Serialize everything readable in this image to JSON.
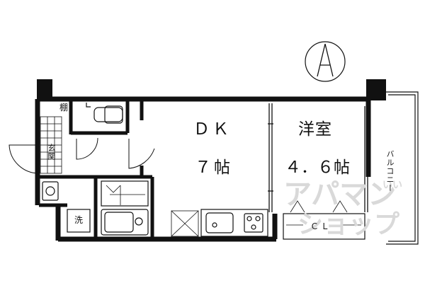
{
  "rooms": {
    "dk_name": "ＤＫ",
    "dk_size": "７帖",
    "western_name": "洋室",
    "western_size": "４．６帖",
    "shelf": "棚",
    "entrance": "玄関",
    "laundry": "洗",
    "closet": "ＣＬ",
    "balcony": "バルコニー"
  },
  "compass": {
    "north_mark": "A"
  },
  "watermark": {
    "line1": "アパマン",
    "line2": "ショップ",
    "small": "いい"
  }
}
